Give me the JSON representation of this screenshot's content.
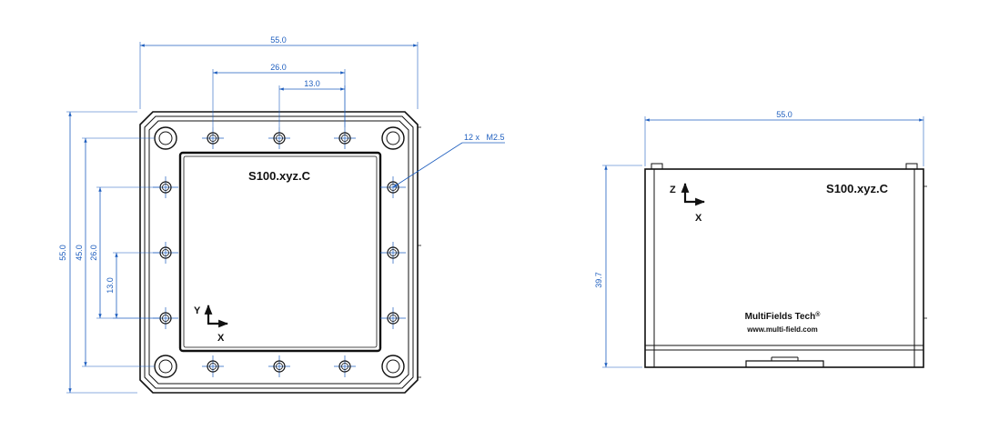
{
  "top_view": {
    "part_label": "S100.xyz.C",
    "dims": {
      "overall_width": "55.0",
      "hole_span_x": "26.0",
      "hole_pitch_x": "13.0",
      "overall_height": "55.0",
      "outer_span_y": "45.0",
      "hole_span_y": "26.0",
      "hole_pitch_y": "13.0"
    },
    "hole_callout": "12 x   M2.5",
    "axis": {
      "vertical": "Y",
      "horizontal": "X"
    }
  },
  "side_view": {
    "part_label": "S100.xyz.C",
    "dims": {
      "width": "55.0",
      "height": "39.7"
    },
    "axis": {
      "vertical": "Z",
      "horizontal": "X"
    },
    "brand": "MultiFields Tech",
    "brand_mark": "®",
    "website": "www.multi-field.com"
  },
  "colors": {
    "dimension": "#1f5fbf",
    "outline": "#111111"
  }
}
